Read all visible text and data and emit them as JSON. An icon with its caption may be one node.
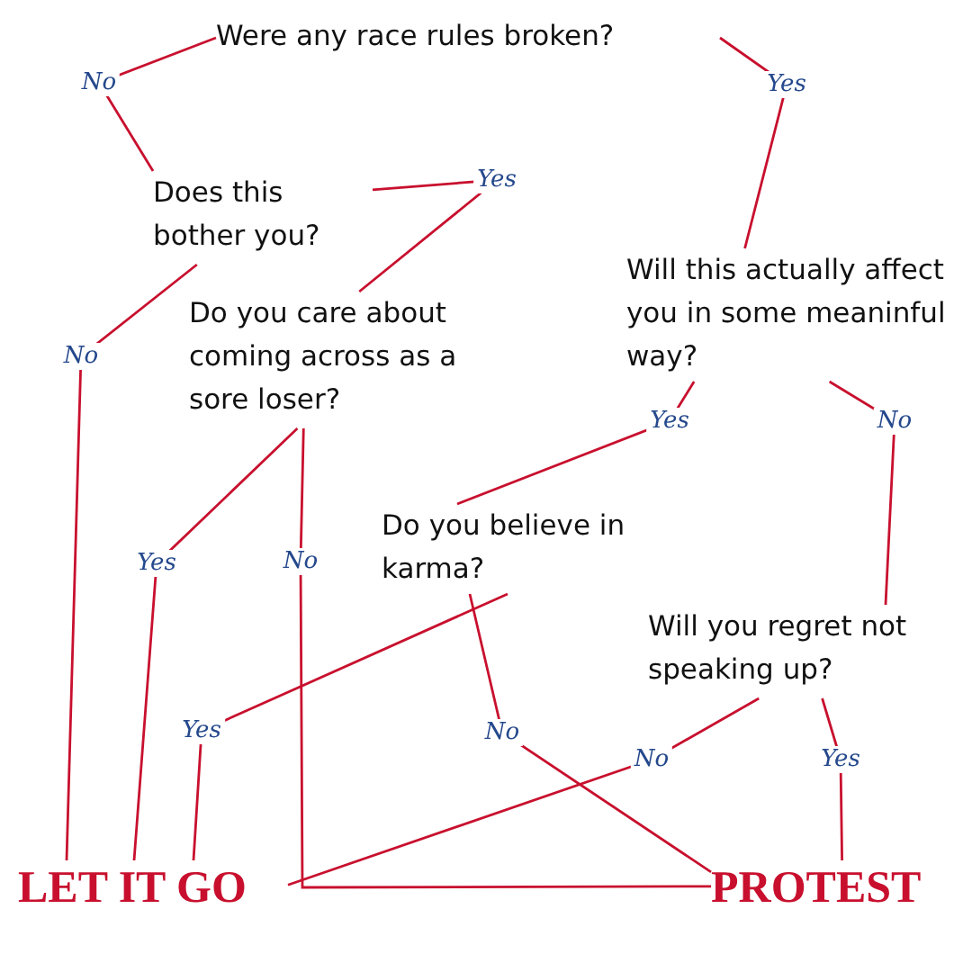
{
  "diagram": {
    "nodes": [
      {
        "text": [
          "Were any race rules broken?"
        ]
      },
      {
        "text": [
          "Does this bother you?"
        ]
      },
      {
        "text": [
          "Will this actually affect you in some meaninful way?"
        ]
      },
      {
        "text": [
          "Do you care about coming across as a sore loser?"
        ]
      },
      {
        "text": [
          "Do you believe in karma?"
        ]
      },
      {
        "text": [
          "Will you regret not speaking up?"
        ]
      },
      {
        "text": [
          "LET IT GO"
        ]
      },
      {
        "text": [
          "PROTEST"
        ]
      }
    ],
    "edges": [
      {
        "from": 0,
        "to": 1,
        "label": "No",
        "arrow": "none"
      },
      {
        "from": 0,
        "to": 2,
        "label": "Yes",
        "arrow": "none"
      },
      {
        "from": 1,
        "to": 6,
        "label": "No",
        "arrow": "none"
      },
      {
        "from": 1,
        "to": 3,
        "label": "Yes",
        "arrow": "none"
      },
      {
        "from": 3,
        "to": 6,
        "label": "Yes",
        "arrow": "none"
      },
      {
        "from": 3,
        "to": 7,
        "label": "No",
        "arrow": "none"
      },
      {
        "from": 2,
        "to": 4,
        "label": "Yes",
        "arrow": "none"
      },
      {
        "from": 2,
        "to": 5,
        "label": "No",
        "arrow": "none"
      },
      {
        "from": 4,
        "to": 6,
        "label": "Yes",
        "arrow": "none"
      },
      {
        "from": 4,
        "to": 7,
        "label": "No",
        "arrow": "none"
      },
      {
        "from": 5,
        "to": 6,
        "label": "No",
        "arrow": "none"
      },
      {
        "from": 5,
        "to": 7,
        "label": "Yes",
        "arrow": "none"
      }
    ]
  }
}
